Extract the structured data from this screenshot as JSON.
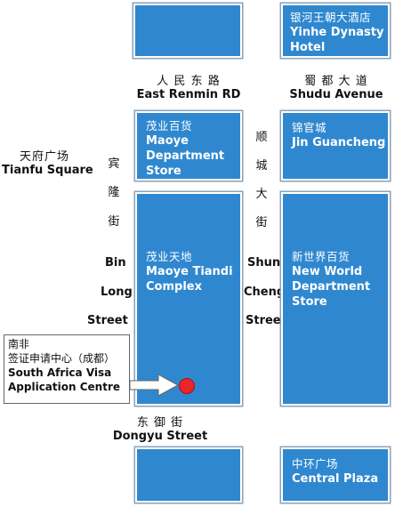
{
  "blocks": {
    "yinhe": {
      "cn": "银河王朝大酒店",
      "en1": "Yinhe Dynasty",
      "en2": "Hotel"
    },
    "maoye_dept": {
      "cn": "茂业百货",
      "en1": "Maoye",
      "en2": "Department",
      "en3": "Store"
    },
    "jin": {
      "cn": "锦官城",
      "en1": "Jin Guancheng"
    },
    "maoye_tiandi": {
      "cn": "茂业天地",
      "en1": "Maoye Tiandi",
      "en2": "Complex"
    },
    "new_world": {
      "cn": "新世界百货",
      "en1": "New World",
      "en2": "Department",
      "en3": "Store"
    },
    "central": {
      "cn": "中环广场",
      "en1": "Central Plaza"
    }
  },
  "streets": {
    "east_renmin": {
      "cn": "人 民 东 路",
      "en": "East Renmin RD"
    },
    "shudu": {
      "cn": "蜀 都 大 道",
      "en": "Shudu Avenue"
    },
    "tianfu": {
      "cn": "天府广场",
      "en": "Tianfu Square"
    },
    "binlong": {
      "cn": [
        "宾",
        "隆",
        "街"
      ],
      "en": [
        "Bin",
        "Long",
        "Street"
      ]
    },
    "shuncheng": {
      "cn": [
        "顺",
        "城",
        "大",
        "街"
      ],
      "en": [
        "Shun",
        "Cheng",
        "Street"
      ]
    },
    "dongyu": {
      "cn": "东 御 街",
      "en": "Dongyu Street"
    }
  },
  "callout": {
    "line1": "南非",
    "line2": "签证申请中心（成都）",
    "line3": "South Africa Visa",
    "line4": "Application Centre"
  },
  "colors": {
    "block": "#2f88cf",
    "marker": "#e8262c"
  }
}
